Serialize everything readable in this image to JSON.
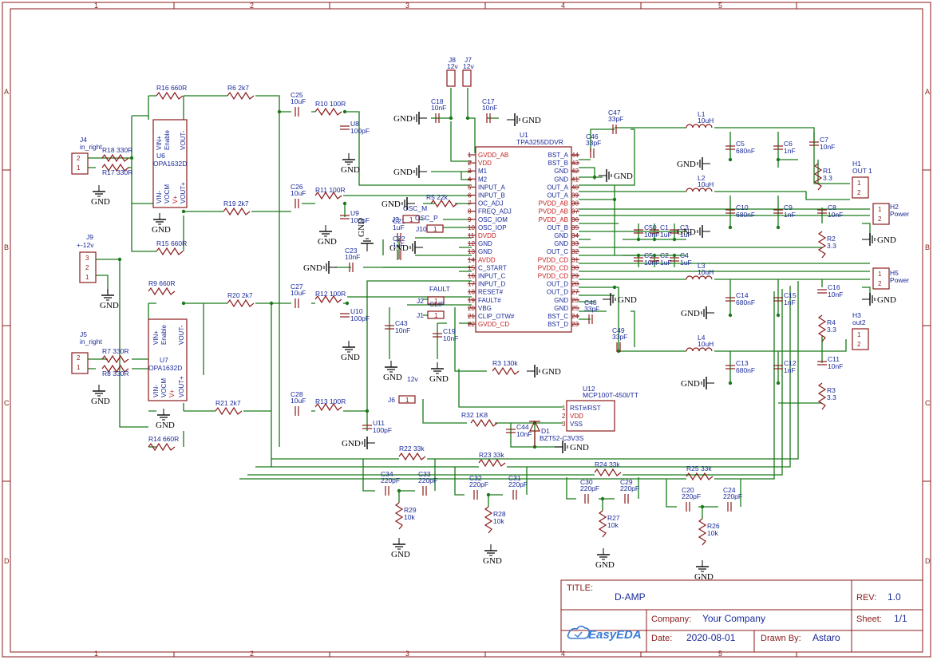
{
  "zones": {
    "columns": [
      "1",
      "2",
      "3",
      "4",
      "5"
    ],
    "rows": [
      "A",
      "B",
      "C",
      "D"
    ]
  },
  "title_block": {
    "title_label": "TITLE:",
    "title": "D-AMP",
    "rev_label": "REV:",
    "rev": "1.0",
    "company_label": "Company:",
    "company": "Your Company",
    "sheet_label": "Sheet:",
    "sheet": "1/1",
    "date_label": "Date:",
    "date": "2020-08-01",
    "drawn_label": "Drawn By:",
    "drawn": "Astaro",
    "logo": "EasyEDA"
  },
  "u1": {
    "ref": "U1",
    "part": "TPA3255DDVR",
    "left_pins": [
      {
        "num": "1",
        "name": "GVDD_AB",
        "color": "r"
      },
      {
        "num": "2",
        "name": "VDD",
        "color": "r"
      },
      {
        "num": "3",
        "name": "M1",
        "color": "b"
      },
      {
        "num": "4",
        "name": "M2",
        "color": "b"
      },
      {
        "num": "5",
        "name": "INPUT_A",
        "color": "b"
      },
      {
        "num": "6",
        "name": "INPUT_B",
        "color": "b"
      },
      {
        "num": "7",
        "name": "OC_ADJ",
        "color": "b"
      },
      {
        "num": "8",
        "name": "FREQ_ADJ",
        "color": "b"
      },
      {
        "num": "9",
        "name": "OSC_IOM",
        "color": "b"
      },
      {
        "num": "10",
        "name": "OSC_IOP",
        "color": "b"
      },
      {
        "num": "11",
        "name": "DVDD",
        "color": "r"
      },
      {
        "num": "12",
        "name": "GND",
        "color": "b"
      },
      {
        "num": "13",
        "name": "GND",
        "color": "b"
      },
      {
        "num": "14",
        "name": "AVDD",
        "color": "r"
      },
      {
        "num": "15",
        "name": "C_START",
        "color": "b"
      },
      {
        "num": "16",
        "name": "INPUT_C",
        "color": "b"
      },
      {
        "num": "17",
        "name": "INPUT_D",
        "color": "b"
      },
      {
        "num": "18",
        "name": "RESET#",
        "color": "b"
      },
      {
        "num": "19",
        "name": "FAULT#",
        "color": "b"
      },
      {
        "num": "20",
        "name": "VBG",
        "color": "b"
      },
      {
        "num": "21",
        "name": "CLIP_OTW#",
        "color": "b"
      },
      {
        "num": "22",
        "name": "GVDD_CD",
        "color": "r"
      }
    ],
    "right_pins": [
      {
        "num": "44",
        "name": "BST_A",
        "color": "b"
      },
      {
        "num": "43",
        "name": "BST_B",
        "color": "b"
      },
      {
        "num": "42",
        "name": "GND",
        "color": "b"
      },
      {
        "num": "41",
        "name": "GND",
        "color": "b"
      },
      {
        "num": "40",
        "name": "OUT_A",
        "color": "b"
      },
      {
        "num": "39",
        "name": "OUT_A",
        "color": "b"
      },
      {
        "num": "38",
        "name": "PVDD_AB",
        "color": "r"
      },
      {
        "num": "37",
        "name": "PVDD_AB",
        "color": "r"
      },
      {
        "num": "36",
        "name": "PVDD_AB",
        "color": "r"
      },
      {
        "num": "35",
        "name": "OUT_B",
        "color": "b"
      },
      {
        "num": "34",
        "name": "GND",
        "color": "b"
      },
      {
        "num": "33",
        "name": "GND",
        "color": "b"
      },
      {
        "num": "32",
        "name": "OUT_C",
        "color": "b"
      },
      {
        "num": "31",
        "name": "PVDD_CD",
        "color": "r"
      },
      {
        "num": "30",
        "name": "PVDD_CD",
        "color": "r"
      },
      {
        "num": "29",
        "name": "PVDD_CD",
        "color": "r"
      },
      {
        "num": "28",
        "name": "OUT_D",
        "color": "b"
      },
      {
        "num": "27",
        "name": "OUT_D",
        "color": "b"
      },
      {
        "num": "26",
        "name": "GND",
        "color": "b"
      },
      {
        "num": "25",
        "name": "GND",
        "color": "b"
      },
      {
        "num": "24",
        "name": "BST_C",
        "color": "b"
      },
      {
        "num": "23",
        "name": "BST_D",
        "color": "b"
      }
    ]
  },
  "opamps": [
    {
      "ref": "U6",
      "part": "OPA1632D",
      "pins": [
        "VIN+",
        "Enable",
        "VOUT-",
        "VIN-",
        "VOCM",
        "V+",
        "VOUT+"
      ]
    },
    {
      "ref": "U7",
      "part": "OPA1632D",
      "pins": [
        "VIN+",
        "Enable",
        "VOUT-",
        "VIN-",
        "VOCM",
        "V+",
        "VOUT+"
      ]
    }
  ],
  "u12": {
    "ref": "U12",
    "part": "MCP100T-450I/TT",
    "pins": [
      {
        "num": "1",
        "name": "RST#/RST"
      },
      {
        "num": "2",
        "name": "VDD"
      },
      {
        "num": "3",
        "name": "VSS"
      }
    ]
  },
  "d1": {
    "ref": "D1",
    "part": "BZT52-C3V3S"
  },
  "resistors": [
    {
      "ref": "R16",
      "val": "660R"
    },
    {
      "ref": "R6",
      "val": "2k7"
    },
    {
      "ref": "R18",
      "val": "330R"
    },
    {
      "ref": "R17",
      "val": "330R"
    },
    {
      "ref": "R15",
      "val": "660R"
    },
    {
      "ref": "R19",
      "val": "2k7"
    },
    {
      "ref": "R10",
      "val": "100R"
    },
    {
      "ref": "R11",
      "val": "100R"
    },
    {
      "ref": "R5",
      "val": "22k"
    },
    {
      "ref": "R9",
      "val": "660R"
    },
    {
      "ref": "R20",
      "val": "2k7"
    },
    {
      "ref": "R7",
      "val": "330R"
    },
    {
      "ref": "R8",
      "val": "330R"
    },
    {
      "ref": "R12",
      "val": "100R"
    },
    {
      "ref": "R14",
      "val": "660R"
    },
    {
      "ref": "R21",
      "val": "2k7"
    },
    {
      "ref": "R13",
      "val": "100R"
    },
    {
      "ref": "R3",
      "val": "130k"
    },
    {
      "ref": "R32",
      "val": "1K8"
    },
    {
      "ref": "R22",
      "val": "33k"
    },
    {
      "ref": "R23",
      "val": "33k"
    },
    {
      "ref": "R24",
      "val": "33k"
    },
    {
      "ref": "R25",
      "val": "33k"
    },
    {
      "ref": "R29",
      "val": "10k"
    },
    {
      "ref": "R28",
      "val": "10k"
    },
    {
      "ref": "R27",
      "val": "10k"
    },
    {
      "ref": "R26",
      "val": "10k"
    },
    {
      "ref": "R1",
      "val": "3.3"
    },
    {
      "ref": "R2",
      "val": "3.3"
    },
    {
      "ref": "R4",
      "val": "3.3"
    },
    {
      "ref": "R3",
      "val": "3.3"
    }
  ],
  "capacitors": [
    {
      "ref": "C25",
      "val": "10uF"
    },
    {
      "ref": "C26",
      "val": "10uF"
    },
    {
      "ref": "C27",
      "val": "10uF"
    },
    {
      "ref": "C28",
      "val": "10uF"
    },
    {
      "ref": "U8",
      "val": "100pF"
    },
    {
      "ref": "U9",
      "val": "100pF"
    },
    {
      "ref": "U10",
      "val": "100pF"
    },
    {
      "ref": "U11",
      "val": "100pF"
    },
    {
      "ref": "C18",
      "val": "10nF"
    },
    {
      "ref": "C17",
      "val": "10nF"
    },
    {
      "ref": "C21",
      "val": "1uF"
    },
    {
      "ref": "C22",
      "val": "1uF"
    },
    {
      "ref": "C23",
      "val": "10nF"
    },
    {
      "ref": "C43",
      "val": "10nF"
    },
    {
      "ref": "C19",
      "val": "10nF"
    },
    {
      "ref": "C44",
      "val": "10nF"
    },
    {
      "ref": "C47",
      "val": "33pF"
    },
    {
      "ref": "C46",
      "val": "33pF"
    },
    {
      "ref": "C48",
      "val": "33pF"
    },
    {
      "ref": "C49",
      "val": "33pF"
    },
    {
      "ref": "C50",
      "val": "10nF"
    },
    {
      "ref": "C1",
      "val": "1uF"
    },
    {
      "ref": "C3",
      "val": "1uF"
    },
    {
      "ref": "C5",
      "val": "10nF"
    },
    {
      "ref": "C2",
      "val": "1uF"
    },
    {
      "ref": "C4",
      "val": "1uF"
    },
    {
      "ref": "C5",
      "val": "680nF"
    },
    {
      "ref": "C6",
      "val": "1nF"
    },
    {
      "ref": "C7",
      "val": "10nF"
    },
    {
      "ref": "C10",
      "val": "680nF"
    },
    {
      "ref": "C9",
      "val": "1nF"
    },
    {
      "ref": "C8",
      "val": "10nF"
    },
    {
      "ref": "C14",
      "val": "680nF"
    },
    {
      "ref": "C15",
      "val": "1nF"
    },
    {
      "ref": "C16",
      "val": "10nF"
    },
    {
      "ref": "C13",
      "val": "680nF"
    },
    {
      "ref": "C12",
      "val": "1nF"
    },
    {
      "ref": "C11",
      "val": "10nF"
    },
    {
      "ref": "C34",
      "val": "220pF"
    },
    {
      "ref": "C33",
      "val": "220pF"
    },
    {
      "ref": "C32",
      "val": "220pF"
    },
    {
      "ref": "C31",
      "val": "220pF"
    },
    {
      "ref": "C30",
      "val": "220pF"
    },
    {
      "ref": "C29",
      "val": "220pF"
    },
    {
      "ref": "C20",
      "val": "220pF"
    },
    {
      "ref": "C24",
      "val": "220pF"
    }
  ],
  "inductors": [
    {
      "ref": "L1",
      "val": "10uH"
    },
    {
      "ref": "L2",
      "val": "10uH"
    },
    {
      "ref": "L3",
      "val": "10uH"
    },
    {
      "ref": "L4",
      "val": "10uH"
    }
  ],
  "connectors": [
    {
      "ref": "J4",
      "name": "in_right"
    },
    {
      "ref": "J5",
      "name": "in_right"
    },
    {
      "ref": "J9",
      "name": "+-12v"
    },
    {
      "ref": "J8",
      "name": "12v"
    },
    {
      "ref": "J7",
      "name": "12v"
    },
    {
      "ref": "J6",
      "name": "12v"
    },
    {
      "ref": "J3",
      "name": "OSC_M"
    },
    {
      "ref": "J10",
      "name": "OSC_P"
    },
    {
      "ref": "J2",
      "name": "FAULT"
    },
    {
      "ref": "J1",
      "name": "CLIP"
    },
    {
      "ref": "H1",
      "name": "OUT 1"
    },
    {
      "ref": "H2",
      "name": "Power"
    },
    {
      "ref": "H5",
      "name": "Power"
    },
    {
      "ref": "H3",
      "name": "out2"
    }
  ],
  "gnd_label": "GND"
}
